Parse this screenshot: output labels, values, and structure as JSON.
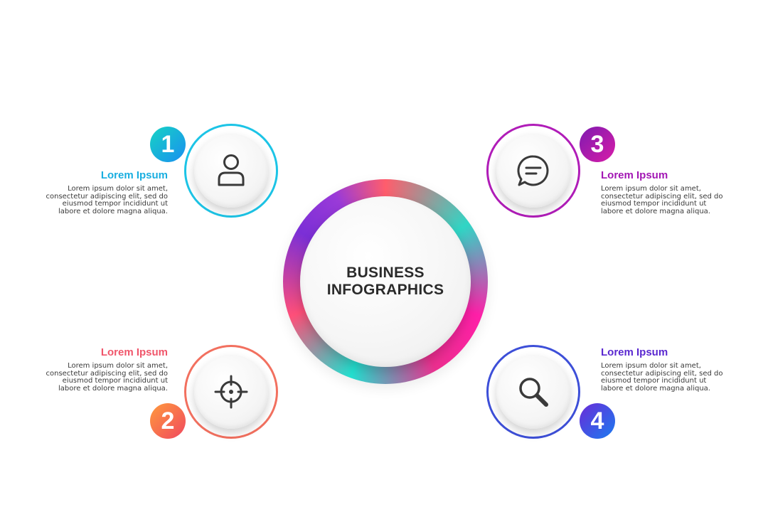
{
  "hub": {
    "line1": "BUSINESS",
    "line2": "INFOGRAPHICS"
  },
  "items": [
    {
      "number": "1",
      "title": "Lorem Ipsum",
      "icon": "user-icon",
      "color": "#1fb6e0",
      "body": [
        "Lorem ipsum dolor sit amet,",
        "consectetur adipiscing elit, sed do",
        "eiusmod tempor incididunt ut",
        "labore et dolore magna aliqua."
      ]
    },
    {
      "number": "2",
      "title": "Lorem Ipsum",
      "icon": "crosshair-icon",
      "color": "#f0586a",
      "body": [
        "Lorem ipsum dolor sit amet,",
        "consectetur adipiscing elit, sed do",
        "eiusmod tempor incididunt ut",
        "labore et dolore magna aliqua."
      ]
    },
    {
      "number": "3",
      "title": "Lorem Ipsum",
      "icon": "chat-icon",
      "color": "#a21ab6",
      "body": [
        "Lorem ipsum dolor sit amet,",
        "consectetur adipiscing elit, sed do",
        "eiusmod tempor incididunt ut",
        "labore et dolore magna aliqua."
      ]
    },
    {
      "number": "4",
      "title": "Lorem Ipsum",
      "icon": "search-icon",
      "color": "#5b2bd6",
      "body": [
        "Lorem ipsum dolor sit amet,",
        "consectetur adipiscing elit, sed do",
        "eiusmod tempor incididunt ut",
        "labore et dolore magna aliqua."
      ]
    }
  ]
}
